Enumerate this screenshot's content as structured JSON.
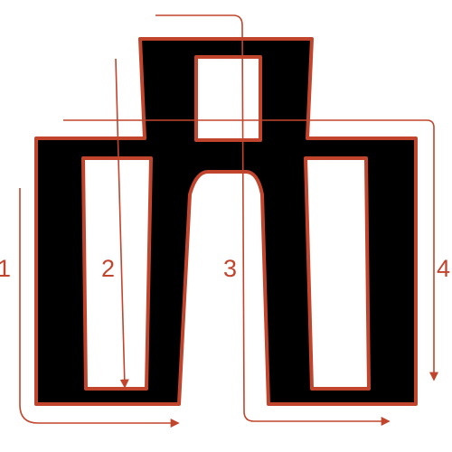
{
  "figure": {
    "stroke_order_numbers": [
      "1",
      "2",
      "3",
      "4"
    ],
    "colors": {
      "glyph_fill": "#000000",
      "glyph_outline": "#c1452d",
      "arrow": "#c1452d",
      "numbers": "#c1452d",
      "background": "#ffffff"
    }
  }
}
